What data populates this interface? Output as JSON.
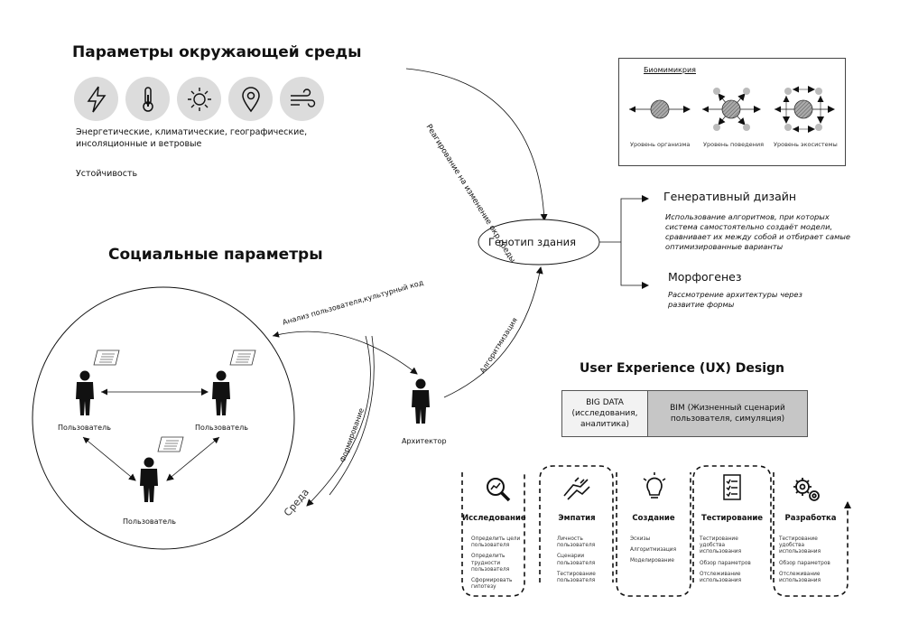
{
  "environment": {
    "title": "Параметры окружающей среды",
    "icons": [
      "lightning-icon",
      "thermometer-icon",
      "sun-icon",
      "location-pin-icon",
      "wind-icon"
    ],
    "description": "Энергетические, климатические, географические, инсоляционные и ветровые",
    "sustainability": "Устойчивость"
  },
  "social": {
    "title": "Социальные параметры",
    "users": [
      "Пользователь",
      "Пользователь",
      "Пользователь"
    ],
    "environment_label": "Среда",
    "forming_label": "Формирование"
  },
  "architect": {
    "label": "Архитектор"
  },
  "arrows": {
    "reaction": "Реагирование на изменение окр.среды",
    "user_analysis": "Анализ пользователя,культурный код",
    "algorithmization": "Алгоритмизация"
  },
  "genotype": {
    "label": "Генотип здания"
  },
  "biomimicry": {
    "title": "Биомимикрия",
    "levels": [
      "Уровень организма",
      "Уровень поведения",
      "Уровень экосистемы"
    ]
  },
  "generative": {
    "title": "Генеративный дизайн",
    "description": "Использование алгоритмов, при которых система самостоятельно создаёт модели, сравнивает их между собой и отбирает самые оптимизированные варианты"
  },
  "morphogenesis": {
    "title": "Морфогенез",
    "description": "Рассмотрение архитектуры через развитие формы"
  },
  "ux": {
    "title": "User Experience (UX) Design",
    "bigdata": "BIG DATA (исследования, аналитика)",
    "bim": "BIM (Жизненный сценарий пользователя, симуляция)",
    "steps": [
      {
        "title": "Исследование",
        "icon": "magnifier-chart-icon",
        "items": [
          "Определить цели пользователя",
          "Определить трудности пользователя",
          "Сформировать гипотезу"
        ]
      },
      {
        "title": "Эмпатия",
        "icon": "handshake-icon",
        "items": [
          "Личность пользователя",
          "Сценарии пользователя",
          "Тестирование пользователя"
        ]
      },
      {
        "title": "Создание",
        "icon": "lightbulb-icon",
        "items": [
          "Эскизы",
          "Алгоритмизация",
          "Моделирование"
        ]
      },
      {
        "title": "Тестирование",
        "icon": "checklist-icon",
        "items": [
          "Тестирование удобства использования",
          "Обзор параметров",
          "Отслеживание использования"
        ]
      },
      {
        "title": "Разработка",
        "icon": "gears-icon",
        "items": [
          "Тестирование удобства использования",
          "Обзор параметров",
          "Отслеживание использования"
        ]
      }
    ]
  }
}
